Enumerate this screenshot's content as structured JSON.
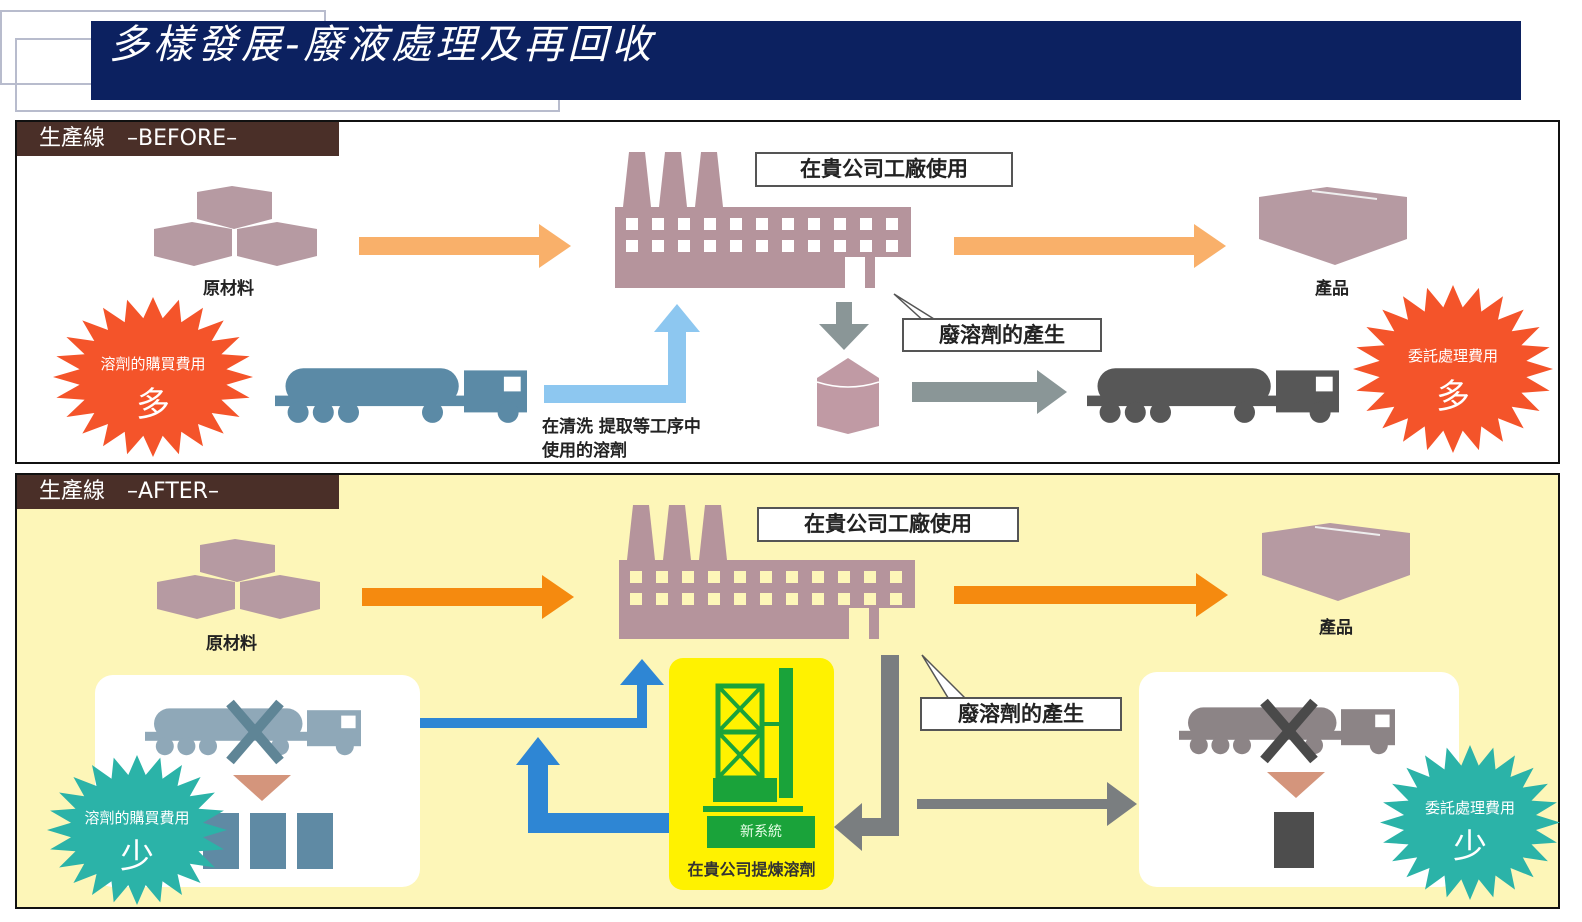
{
  "header": {
    "title": "多樣發展-廢液處理及再回收",
    "bar_color": "#0c2160"
  },
  "before": {
    "tag": "生產線　–BEFORE–",
    "raw_material_label": "原材料",
    "factory_callout": "在貴公司工廠使用",
    "product_label": "產品",
    "waste_callout": "廢溶劑的產生",
    "solvent_use_caption_line1": "在清洗 提取等工序中",
    "solvent_use_caption_line2": "使用的溶劑",
    "purchase_cost_burst": {
      "label": "溶劑的購買費用",
      "value": "多",
      "color": "#f4542a"
    },
    "disposal_cost_burst": {
      "label": "委託處理費用",
      "value": "多",
      "color": "#f4542a"
    }
  },
  "after": {
    "tag": "生產線　–AFTER–",
    "raw_material_label": "原材料",
    "factory_callout": "在貴公司工廠使用",
    "product_label": "產品",
    "waste_callout": "廢溶劑的產生",
    "new_system_label": "新系統",
    "refine_caption": "在貴公司提煉溶劑",
    "purchase_cost_burst": {
      "label": "溶劑的購買費用",
      "value": "少",
      "color": "#2bb3a8"
    },
    "disposal_cost_burst": {
      "label": "委託處理費用",
      "value": "少",
      "color": "#2bb3a8"
    },
    "background_color": "#fdf6b8"
  },
  "icons": {
    "raw_material": "boxes-icon",
    "factory": "factory-icon",
    "product": "box-icon",
    "tanker": "tanker-truck-icon",
    "waste_tank": "tank-icon",
    "drum": "drum-icon",
    "new_system": "distillation-tower-icon",
    "cross": "cross-icon"
  }
}
